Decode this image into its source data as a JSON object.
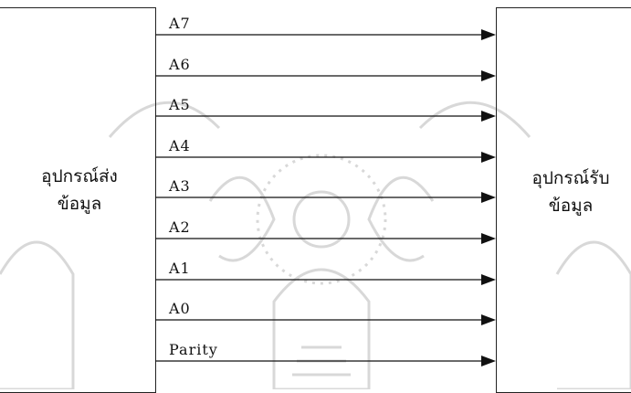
{
  "diagram": {
    "sender_label_line1": "อุปกรณ์ส่ง",
    "sender_label_line2": "ข้อมูล",
    "receiver_label_line1": "อุปกรณ์รับ",
    "receiver_label_line2": "ข้อมูล",
    "lines": [
      "A7",
      "A6",
      "A5",
      "A4",
      "A3",
      "A2",
      "A1",
      "A0",
      "Parity"
    ]
  }
}
